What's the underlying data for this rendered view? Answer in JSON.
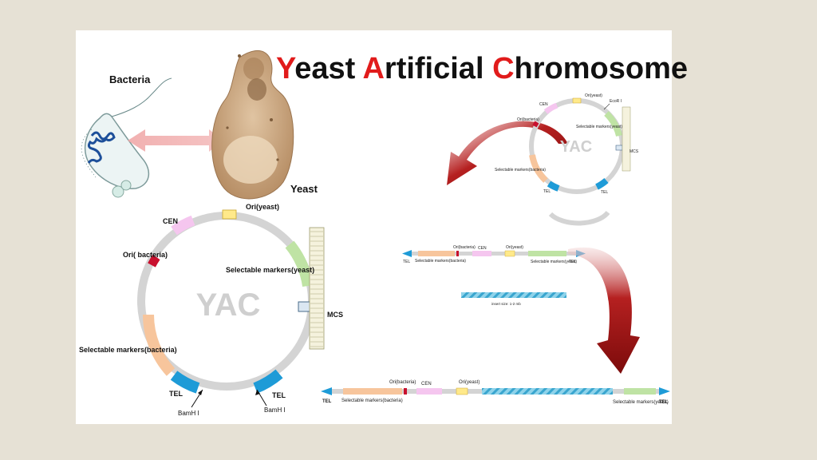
{
  "title": {
    "y_letter": "Y",
    "y_rest": "east ",
    "a_letter": "A",
    "a_rest": "rtificial ",
    "c_letter": "C",
    "c_rest": "hromosome"
  },
  "labels": {
    "bacteria": "Bacteria",
    "yeast": "Yeast",
    "yac": "YAC",
    "cen": "CEN",
    "ori_yeast": "Ori(yeast)",
    "ori_bacteria": "Ori( bacteria)",
    "ori_bacteria_alt": "Ori(bacteria)",
    "sel_yeast": "Selectable markers(yeast)",
    "sel_bacteria": "Selectable markers(bacteria)",
    "tel": "TEL",
    "bamh": "BamH I",
    "mcs": "MCS",
    "ecor": "EcoR I",
    "insert": "insert size: 1-2 mb"
  },
  "colors": {
    "title_red": "#e11b1b",
    "ring": "#d4d4d4",
    "cen": "#f5c6ef",
    "ori_yeast": "#ffe98a",
    "ori_bacteria": "#c8102e",
    "sel_yeast": "#bfe3a4",
    "sel_bacteria": "#f7c59c",
    "tel": "#1e9bd7",
    "arrow": "#8e1010",
    "insert": "#67c4e0"
  }
}
